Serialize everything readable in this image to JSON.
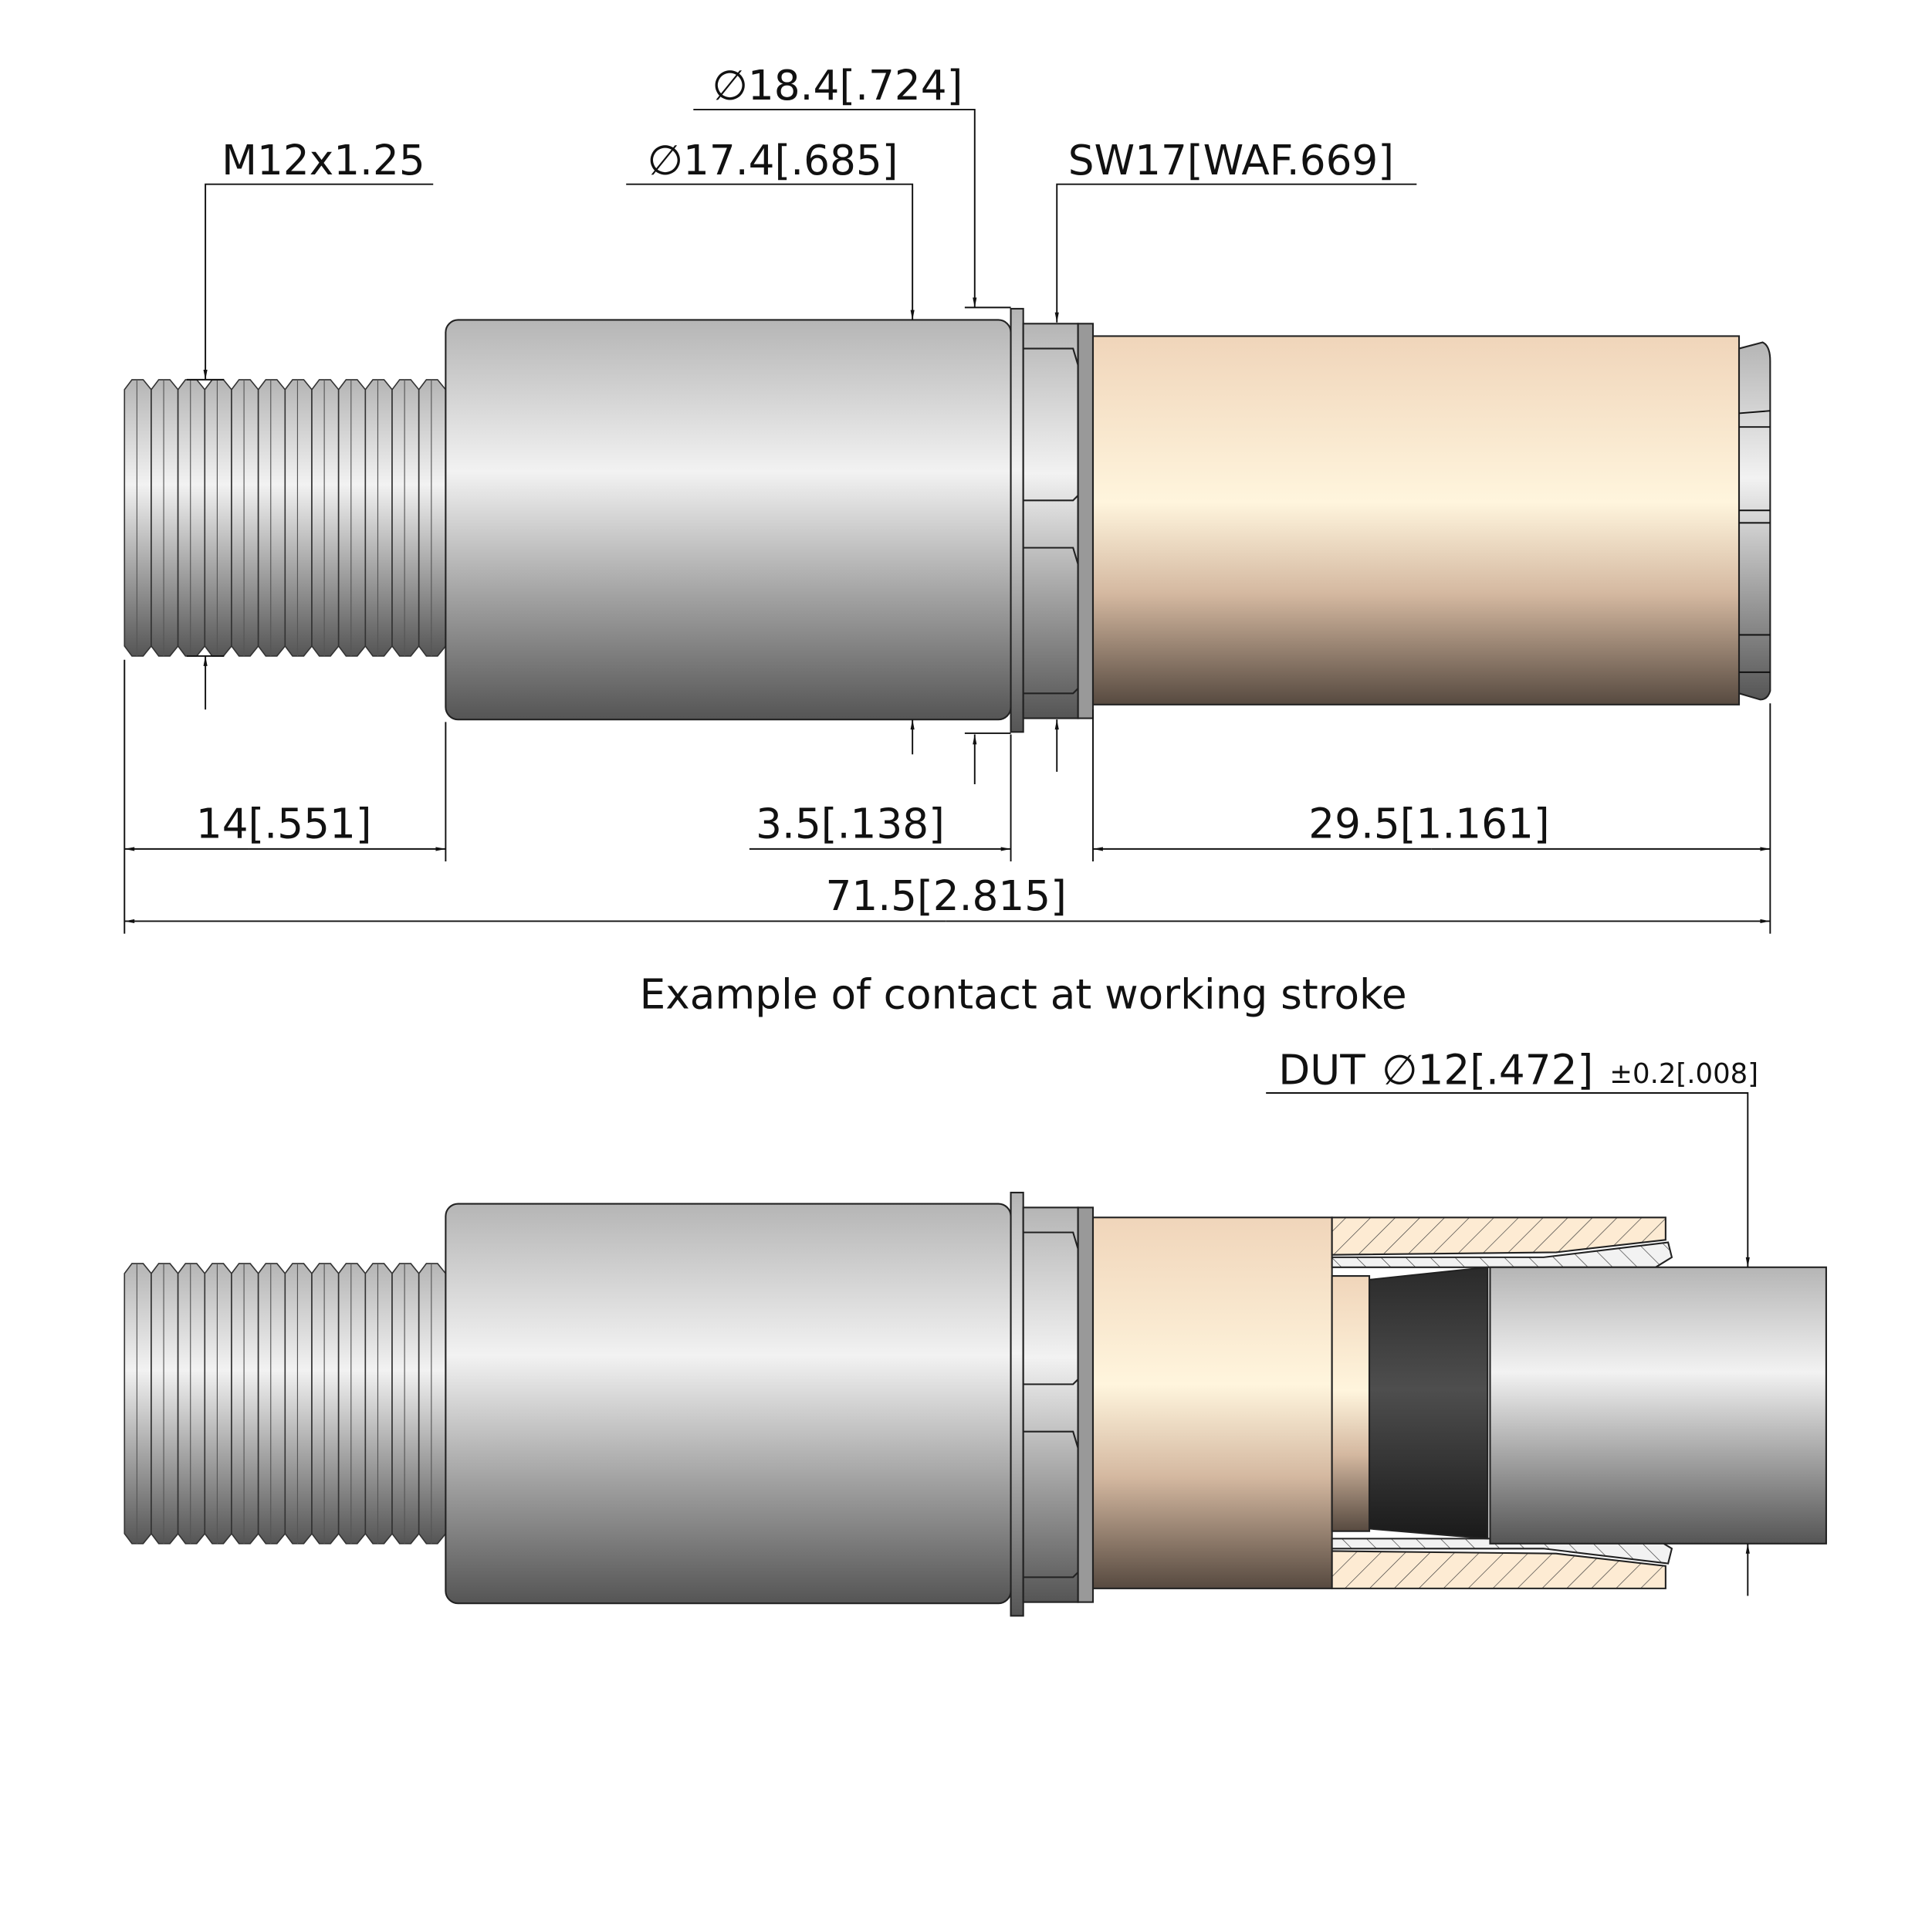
{
  "labels": {
    "thread": "M12x1.25",
    "dia_174": "∅17.4[.685]",
    "dia_184": "∅18.4[.724]",
    "wrench": "SW17[WAF.669]",
    "len_14": "14[.551]",
    "len_35": "3.5[.138]",
    "len_295": "29.5[1.161]",
    "len_715": "71.5[2.815]",
    "caption": "Example of contact at working stroke",
    "dut": "DUT",
    "dut_dia": "∅12[.472]",
    "dut_tol": "±0.2[.008]"
  },
  "colors": {
    "metal": "#c8c8c8",
    "brass": "#fde3c6",
    "dut_contact": "#333333"
  }
}
